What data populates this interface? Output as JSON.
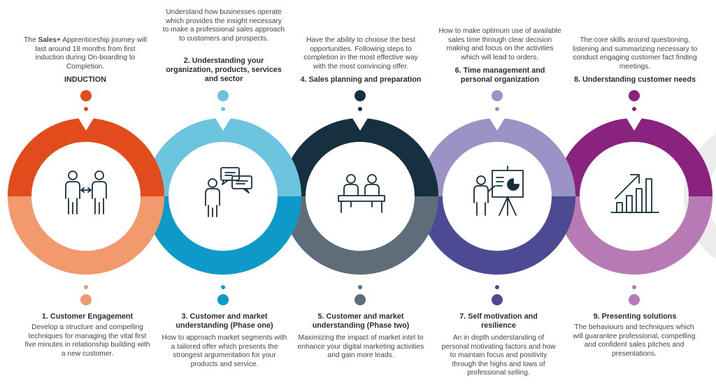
{
  "induction": {
    "desc_prefix": "The ",
    "brand": "Sales+",
    "desc_suffix": " Apprenticeship journey will last around 18 months from first induction during On-boarding to Completion.",
    "title": "INDUCTION"
  },
  "steps": [
    {
      "number": "1.",
      "title": "Customer Engagement",
      "desc": "Develop a structure and compelling techniques for managing the vital first five minutes in relationship building with a new customer.",
      "icon": "two-people-exchange-icon",
      "color_top": "#e24b1c",
      "color_bottom": "#f29a6e"
    },
    {
      "number": "2.",
      "title": "Understanding your organization, products, services and sector",
      "desc": "Understand how businesses operate which provides the insight necessary to make a professional sales approach to customers and prospects.",
      "icon": "person-speech-bubbles-icon",
      "color_top": "#6cc4df",
      "color_bottom": "#0e9ac8"
    },
    {
      "number": "3.",
      "title": "Customer and market understanding (Phase one)",
      "desc": "How to approach market segments with a tailored offer which presents the strongest argumentation for your products and service.",
      "icon": "",
      "color_top": "#0e9ac8",
      "color_bottom": "#0e9ac8"
    },
    {
      "number": "4.",
      "title": "Sales planning and preparation",
      "desc": "Have the ability to choose the best opportunities. Following steps to completion in the most effective way with the most convincing offer.",
      "icon": "two-people-at-desk-icon",
      "color_top": "#16303f",
      "color_bottom": "#5f6d7a"
    },
    {
      "number": "5.",
      "title": "Customer and market understanding (Phase two)",
      "desc": "Maximizing the impact of market intel to enhance your digital marketing activities and gain more leads.",
      "icon": "",
      "color_top": "#5f6d7a",
      "color_bottom": "#5f6d7a"
    },
    {
      "number": "6.",
      "title": "Time management and personal organization",
      "desc": "How to make optimum use of available sales time through clear decision making and focus on the activities which will lead to orders.",
      "icon": "presenter-easel-icon",
      "color_top": "#9b93c6",
      "color_bottom": "#4b4a93"
    },
    {
      "number": "7.",
      "title": "Self motivation and resilience",
      "desc": "An in depth understanding of personal motivating factors and how to maintain focus and positivity through the highs and lows of professional selling.",
      "icon": "",
      "color_top": "#4b4a93",
      "color_bottom": "#4b4a93"
    },
    {
      "number": "8.",
      "title": "Understanding customer needs",
      "desc": "The core skills around questioning, listening and summarizing necessary to conduct engaging customer fact finding meetings.",
      "icon": "rising-bar-chart-icon",
      "color_top": "#8a237f",
      "color_bottom": "#b77ab5"
    },
    {
      "number": "9.",
      "title": "Presenting solutions",
      "desc": "The behaviours and techniques which will guarantee professional, compelling and confident sales pitches and presentations.",
      "icon": "",
      "color_top": "#b77ab5",
      "color_bottom": "#b77ab5"
    }
  ],
  "icon_color": "#16303f",
  "background": "#ffffff"
}
